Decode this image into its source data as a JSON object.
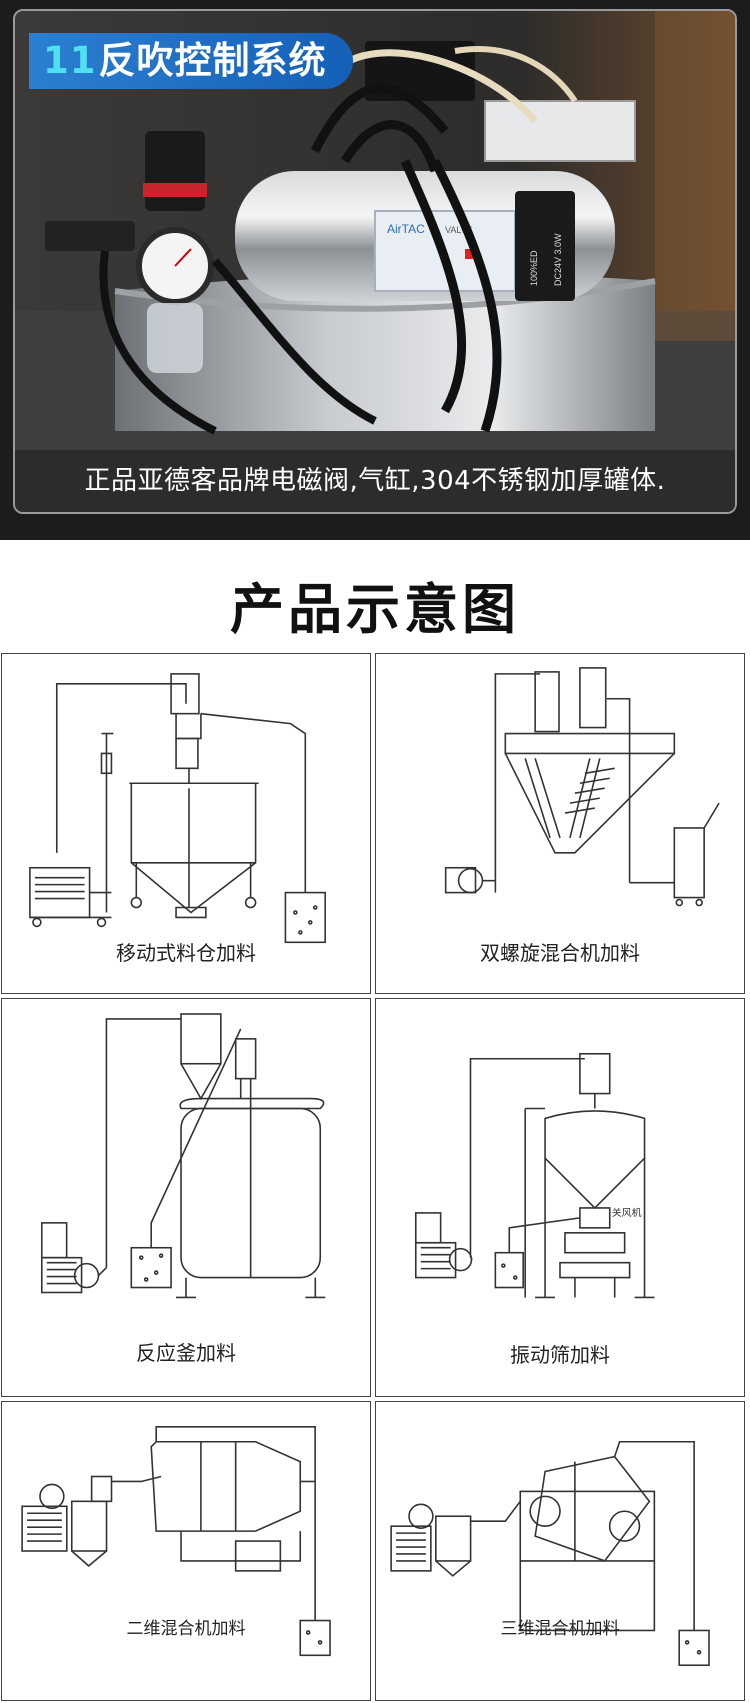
{
  "hero": {
    "number": "11",
    "title": "反吹控制系统",
    "caption": "正品亚德客品牌电磁阀,气缸,304不锈钢加厚罐体.",
    "valve_labels": [
      "AirTAC",
      "VALVE",
      "DC24V 3.0W",
      "100%ED"
    ]
  },
  "section_title": "产品示意图",
  "diagrams": [
    {
      "caption": "移动式料仓加料"
    },
    {
      "caption": "双螺旋混合机加料"
    },
    {
      "caption": "反应釜加料"
    },
    {
      "caption": "振动筛加料",
      "label": "关风机"
    },
    {
      "caption": "二维混合机加料"
    },
    {
      "caption": "三维混合机加料"
    }
  ]
}
